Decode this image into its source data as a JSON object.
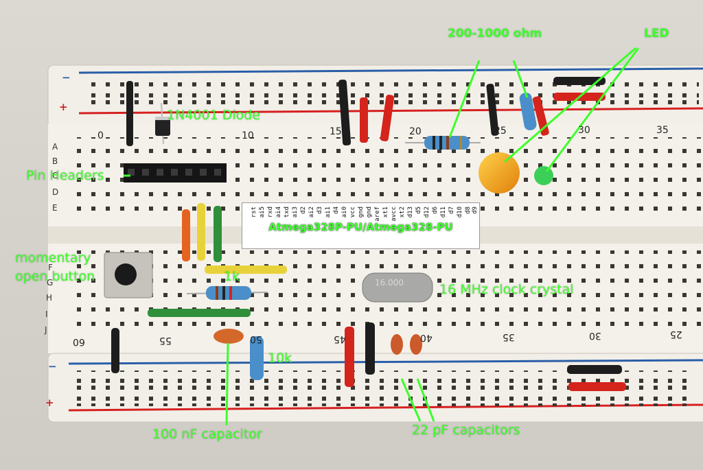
{
  "photo": {
    "rails_top": {
      "minus": "−",
      "plus": "+"
    },
    "rails_bottom": {
      "minus": "−",
      "plus": "+"
    },
    "column_numbers_top": [
      "0",
      "10",
      "15",
      "20",
      "25",
      "30",
      "35"
    ],
    "column_numbers_bottom": [
      "60",
      "55",
      "50",
      "45",
      "40",
      "35",
      "30",
      "25"
    ],
    "row_letters": [
      "A",
      "B",
      "C",
      "D",
      "E",
      "F",
      "G",
      "H",
      "I",
      "J"
    ],
    "chip_pins": [
      "rst",
      "ai5",
      "rxd",
      "ai4",
      "txd",
      "ai3",
      "d2",
      "ai2",
      "d3",
      "ai1",
      "d4",
      "ai0",
      "vcc",
      "gnd",
      "gnd",
      "aref",
      "xt1",
      "avcc",
      "xt2",
      "d13",
      "d5",
      "d12",
      "d6",
      "d11",
      "d7",
      "d10",
      "d8",
      "d9"
    ],
    "crystal_marking": "16.000"
  },
  "annotations": {
    "resistor_range": "200-1000 ohm",
    "led": "LED",
    "diode": "1N4001 Diode",
    "pin_headers": "Pin Headers",
    "chip": "Atmega328P-PU/Atmega328-PU",
    "button_line1": "momentary",
    "button_line2": "open button",
    "resistor_1k": "1k",
    "crystal": "16 MHz clock crystal",
    "resistor_10k": "10k",
    "capacitor_100nf": "100 nF capacitor",
    "capacitors_22pf": "22 pF capacitors"
  },
  "colors": {
    "annotation": "#3cff2a",
    "breadboard": "#f4f1ea",
    "rail_red": "#d62020",
    "rail_blue": "#2a5ea8",
    "led_orange": "#f2a11a",
    "led_green": "#3bcf5a"
  }
}
